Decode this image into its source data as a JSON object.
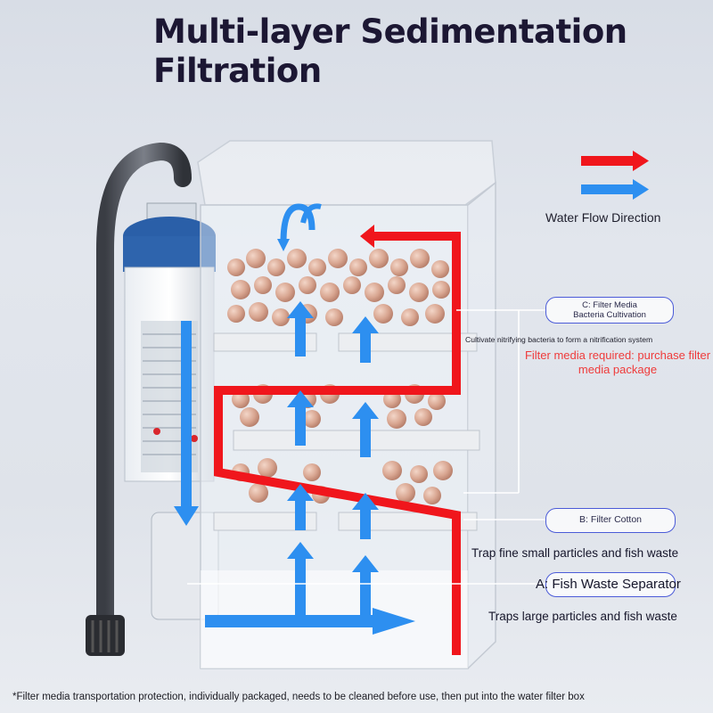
{
  "title": "Multi-layer Sedimentation Filtration",
  "legend": {
    "label": "Water Flow Direction",
    "colors": {
      "red": "#f0161c",
      "blue": "#2d8ff0"
    }
  },
  "layers": {
    "c": {
      "tag_line1": "C: Filter Media",
      "tag_line2": "Bacteria Cultivation",
      "description": "Cultivate nitrifying bacteria to form a nitrification system",
      "note": "Filter media required: purchase filter media package"
    },
    "b": {
      "tag": "B: Filter Cotton",
      "description": "Trap fine small particles and fish waste"
    },
    "a": {
      "tag": "A: Fish Waste Separator",
      "description": "Traps large particles and fish waste"
    }
  },
  "footnote": "*Filter media transportation protection, individually packaged, needs to be cleaned before use, then put into the water filter box"
}
